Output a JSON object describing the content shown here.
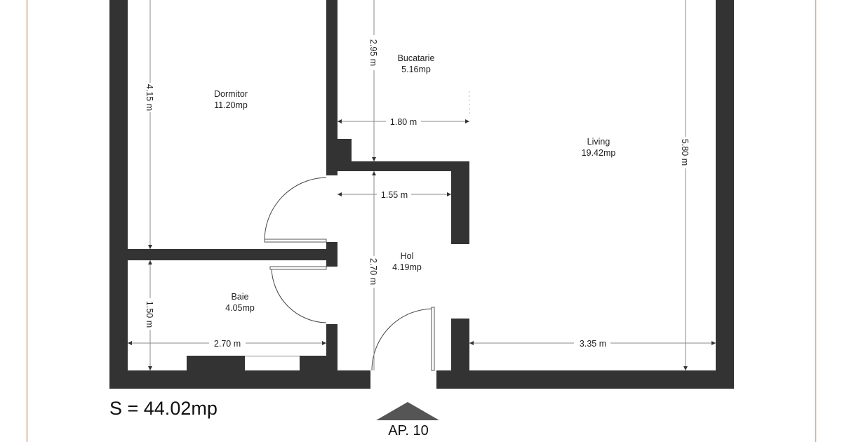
{
  "rooms": [
    {
      "name": "Dormitor",
      "area": "11.20mp"
    },
    {
      "name": "Bucatarie",
      "area": "5.16mp"
    },
    {
      "name": "Living",
      "area": "19.42mp"
    },
    {
      "name": "Hol",
      "area": "4.19mp"
    },
    {
      "name": "Baie",
      "area": "4.05mp"
    }
  ],
  "dimensions": {
    "dormitor_height": "4.15 m",
    "bucatarie_height": "2.95 m",
    "bucatarie_width": "1.80 m",
    "hol_width": "1.55 m",
    "hol_height": "2.70 m",
    "living_height": "5.80 m",
    "baie_height": "1.50 m",
    "baie_width": "2.70 m",
    "living_width": "3.35 m"
  },
  "total_area": "S = 44.02mp",
  "apartment": "AP. 10",
  "colors": {
    "wall": "#333333",
    "border": "#d9a58c"
  }
}
